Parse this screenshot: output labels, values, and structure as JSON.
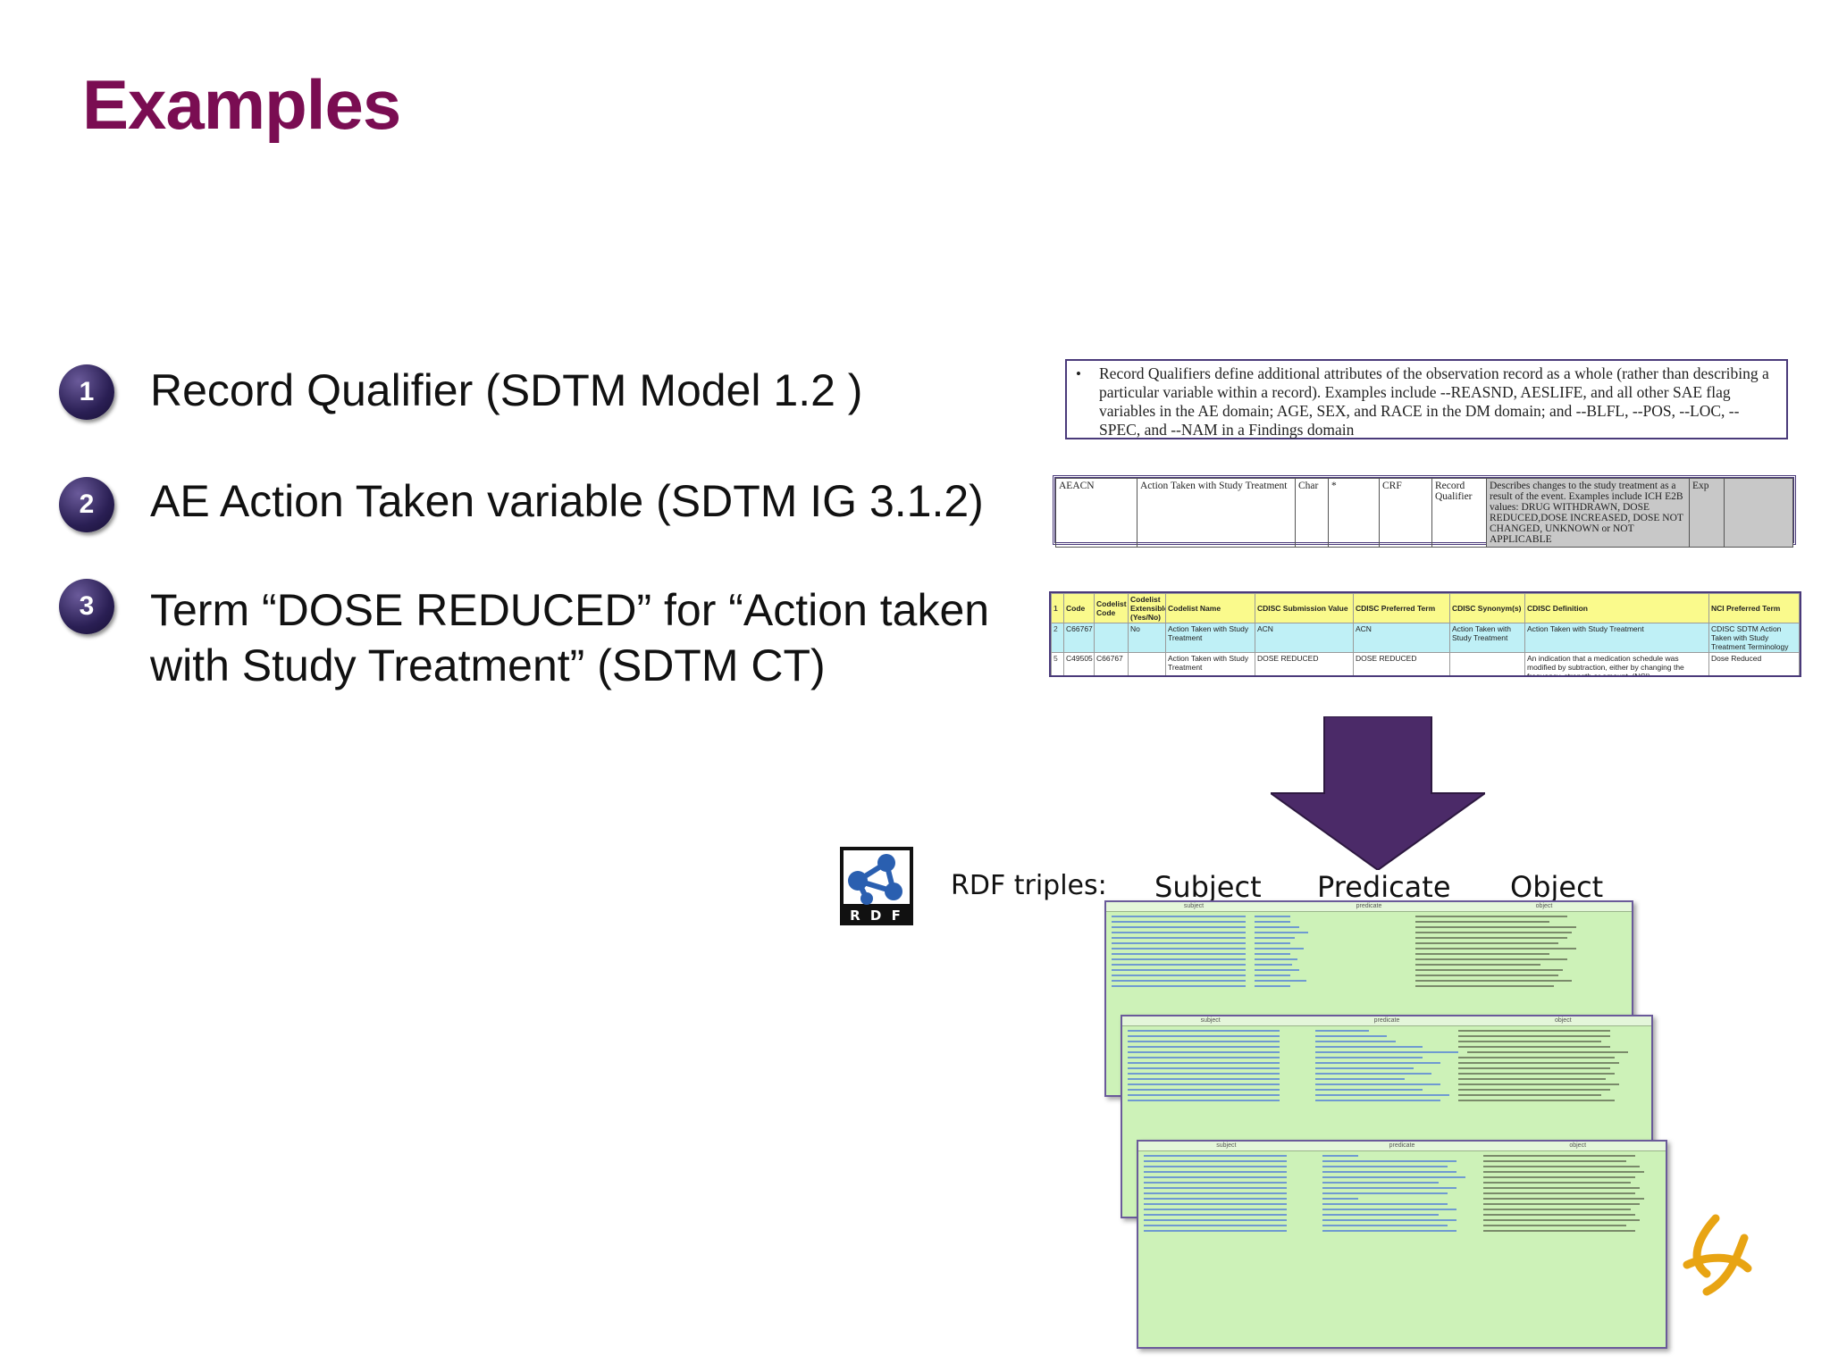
{
  "slide": {
    "title": "Examples",
    "items": [
      {
        "number": "1",
        "text": "Record Qualifier (SDTM Model 1.2 )"
      },
      {
        "number": "2",
        "text": "AE Action Taken variable (SDTM IG 3.1.2)"
      },
      {
        "number": "3",
        "text": "Term “DOSE REDUCED” for “Action taken with Study Treatment” (SDTM CT)"
      }
    ]
  },
  "record_qualifier_excerpt": {
    "bullet": "•",
    "text": "Record Qualifiers define additional attributes of the observation record as a whole (rather than describing a particular variable within a record). Examples include --REASND, AESLIFE, and all other SAE flag variables in the AE domain; AGE, SEX, and RACE in the DM domain; and --BLFL, --POS, --LOC, --SPEC, and --NAM in a Findings domain"
  },
  "ig_row": {
    "cells": [
      "AEACN",
      "Action Taken with Study Treatment",
      "Char",
      "*",
      "CRF",
      "Record Qualifier",
      "Describes changes to the study treatment as a result of the event. Examples include ICH E2B values: DRUG WITHDRAWN, DOSE REDUCED,DOSE INCREASED, DOSE NOT CHANGED, UNKNOWN or NOT APPLICABLE",
      "Exp",
      ""
    ]
  },
  "ct_sheet": {
    "headers": [
      "Code",
      "Codelist Code",
      "Codelist Extensible (Yes/No)",
      "Codelist Name",
      "CDISC Submission Value",
      "CDISC Preferred Term",
      "CDISC Synonym(s)",
      "CDISC Definition",
      "NCI Preferred Term"
    ],
    "row_numbers": [
      "1",
      "2",
      "5"
    ],
    "rows": [
      [
        "C66767",
        "",
        "No",
        "Action Taken with Study Treatment",
        "ACN",
        "ACN",
        "Action Taken with Study Treatment",
        "Action Taken with Study Treatment",
        "CDISC SDTM Action Taken with Study Treatment Terminology"
      ],
      [
        "C49505",
        "C66767",
        "",
        "Action Taken with Study Treatment",
        "DOSE REDUCED",
        "DOSE REDUCED",
        "",
        "An indication that a medication schedule was modified by subtraction, either by changing the frequency, strength or amount. (NCI)",
        "Dose Reduced"
      ]
    ]
  },
  "rdf": {
    "logo_text": "R D F",
    "label": "RDF triples:",
    "columns": [
      "Subject",
      "Predicate",
      "Object"
    ],
    "sheet_headers": [
      "subject",
      "predicate",
      "object"
    ]
  },
  "colors": {
    "title": "#7a0d52",
    "bullet": "#2a1f54",
    "arrow": "#4b2a68",
    "sheet_green": "#cdf2b8",
    "ct_header_yellow": "#fafa8c",
    "ct_row_cyan": "#bff0f6",
    "logo_gold": "#e8a413"
  },
  "icons": {
    "rdf_logo": "rdf-logo-icon",
    "company_logo": "astrazeneca-logo-icon",
    "down_arrow": "down-arrow-icon"
  }
}
